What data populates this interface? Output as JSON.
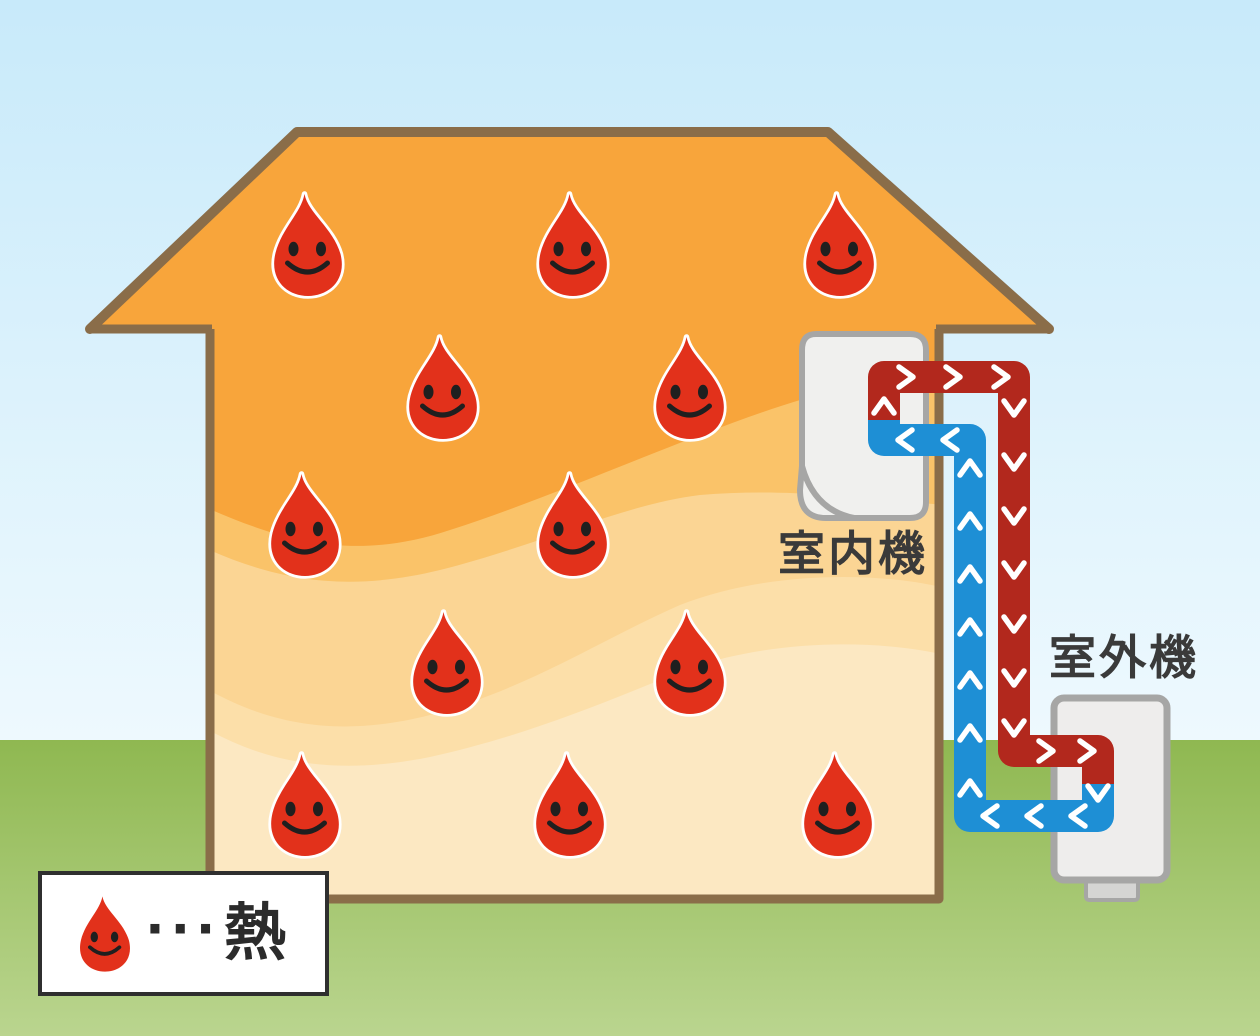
{
  "labels": {
    "indoor_unit": "室内機",
    "outdoor_unit": "室外機"
  },
  "legend": {
    "dots": "···",
    "label": "熱"
  },
  "house": {
    "heat_drop_count": 12
  },
  "icons": {
    "heat-drop": "smiling red heat/flame drop",
    "flow-chevron": "white chevron flow arrow",
    "indoor-unit": "wall-mounted indoor unit (page-like panel with folded corner)",
    "outdoor-unit": "outdoor condenser box"
  },
  "colors": {
    "hot_pipe": "#b2281d",
    "cold_pipe": "#1e8fd5",
    "heat_drop": "#e2311b",
    "drop_face": "#1f1f1f",
    "roof_fill": "#f8a53b",
    "outline_brown": "#8a6d49",
    "band1": "#f8a53b",
    "band2": "#fac369",
    "band3": "#fbd594",
    "band4": "#fcdfa9",
    "band5": "#fce8c2",
    "sky_top": "#c8eafa",
    "sky_bottom": "#edf8fe",
    "ground_top": "#8fb851",
    "ground_bottom": "#bad58f",
    "unit_fill": "#f0f0ee",
    "unit_outline": "#a6a6a5",
    "label_text": "#3a3a3a"
  }
}
